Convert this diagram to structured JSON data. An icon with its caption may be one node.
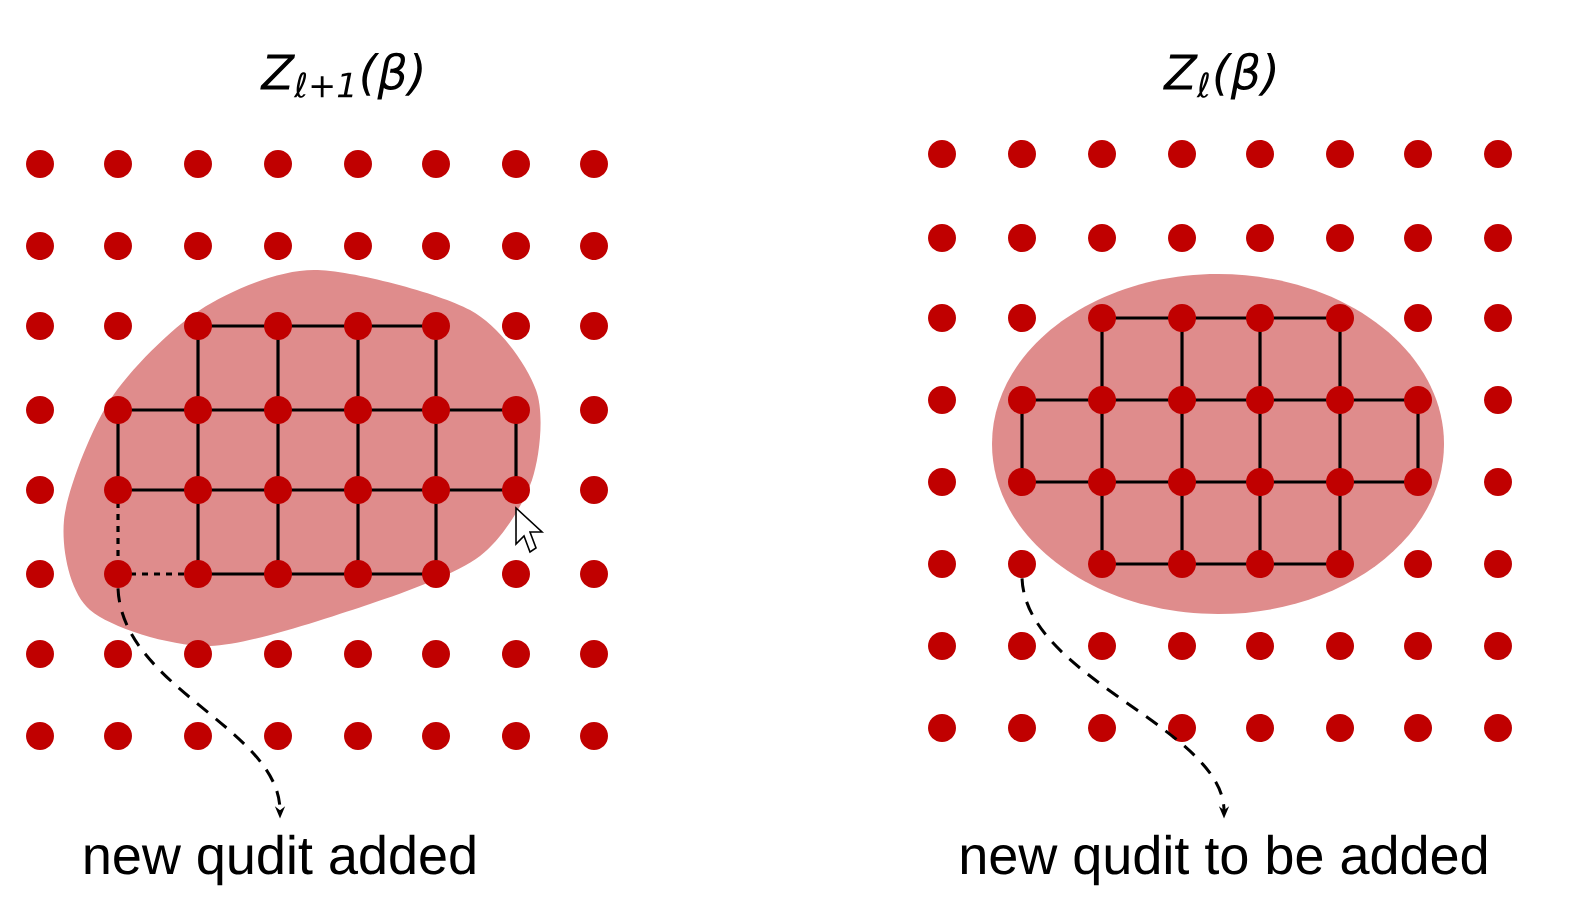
{
  "diagram": {
    "nodes": [
      {
        "text": [],
        "shape": "circle"
      },
      {
        "text": [
          "new qudit added"
        ]
      },
      {
        "text": [],
        "shape": "circle"
      },
      {
        "text": [
          "new qudit to be added"
        ]
      }
    ],
    "edges": [
      {
        "from": 0,
        "to": 1,
        "arrow": "to",
        "style": "dashed"
      },
      {
        "from": 2,
        "to": 3,
        "arrow": "to",
        "style": "dashed"
      }
    ],
    "labels": [
      "Z$_{ℓ+1}$(β)",
      "Z$_{ℓ}$(β)"
    ]
  }
}
